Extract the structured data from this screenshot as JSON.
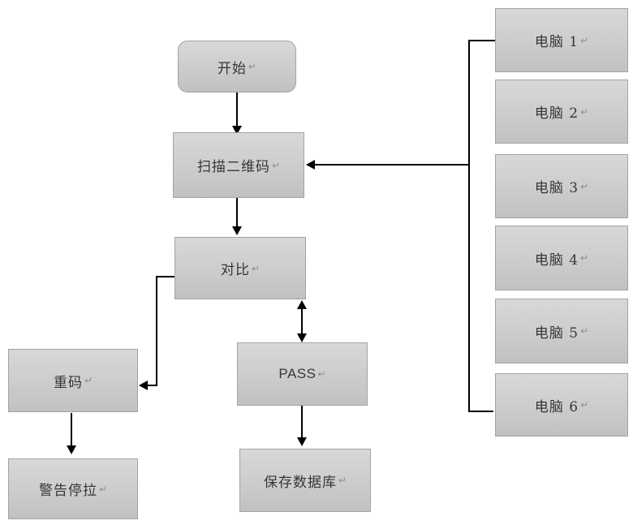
{
  "diagram": {
    "type": "flowchart",
    "paragraph_mark": "↵",
    "nodes": {
      "start": {
        "label": "开始",
        "shape": "rounded-rectangle"
      },
      "scan": {
        "label": "扫描二维码",
        "shape": "rectangle"
      },
      "compare": {
        "label": "对比",
        "shape": "rectangle"
      },
      "duplicate": {
        "label": "重码",
        "shape": "rectangle"
      },
      "warning": {
        "label": "警告停拉",
        "shape": "rectangle"
      },
      "pass": {
        "label": "PASS",
        "shape": "rectangle"
      },
      "save": {
        "label": "保存数据库",
        "shape": "rectangle"
      },
      "computers": [
        {
          "label": "电脑 1"
        },
        {
          "label": "电脑 2"
        },
        {
          "label": "电脑 3"
        },
        {
          "label": "电脑 4"
        },
        {
          "label": "电脑 5"
        },
        {
          "label": "电脑 6"
        }
      ]
    },
    "edges": [
      {
        "from": "start",
        "to": "scan",
        "style": "arrow-down"
      },
      {
        "from": "scan",
        "to": "compare",
        "style": "arrow-down"
      },
      {
        "from": "compare",
        "to": "duplicate",
        "style": "elbow-arrow-left"
      },
      {
        "from": "duplicate",
        "to": "warning",
        "style": "arrow-down"
      },
      {
        "from": "compare",
        "to": "pass",
        "style": "double-headed-arrow"
      },
      {
        "from": "pass",
        "to": "save",
        "style": "arrow-down"
      },
      {
        "from": "computers-bracket",
        "to": "scan",
        "style": "arrow-left"
      }
    ],
    "colors": {
      "background": "#ffffff",
      "node_fill_top": "#d8d8d8",
      "node_fill_bottom": "#c1c1c1",
      "node_border": "#a3a3a3",
      "text": "#363636",
      "paragraph_mark": "#8f8f8f",
      "connector": "#000000"
    }
  }
}
